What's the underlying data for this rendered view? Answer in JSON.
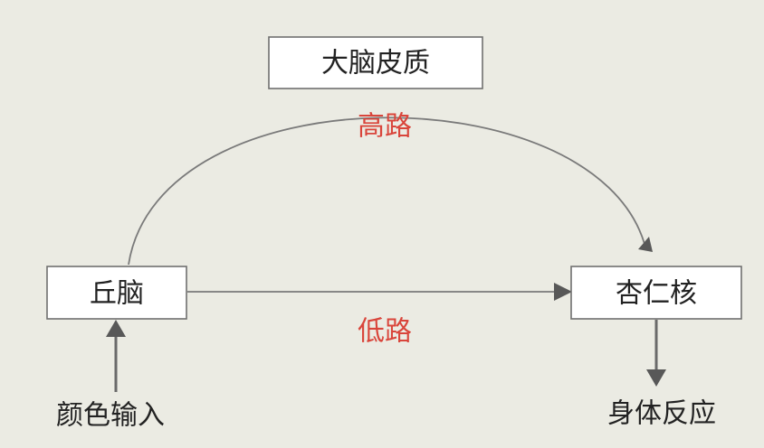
{
  "nodes": {
    "cortex": "大脑皮质",
    "thalamus": "丘脑",
    "amygdala": "杏仁核"
  },
  "labels": {
    "high_road": "高路",
    "low_road": "低路",
    "input": "颜色输入",
    "output": "身体反应"
  },
  "colors": {
    "route": "#d9453b",
    "line": "#7a7a7a",
    "box_fill": "#ffffff",
    "background": "#ebebe3"
  }
}
